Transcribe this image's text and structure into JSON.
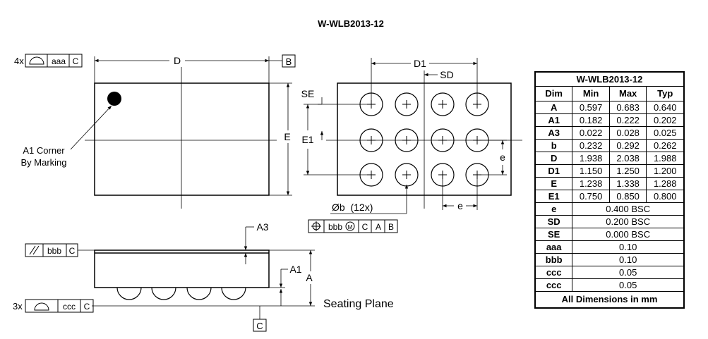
{
  "title": "W-WLB2013-12",
  "top_view": {
    "count_4x": "4x",
    "fcf_aaa": "aaa",
    "datum_C": "C",
    "dim_D": "D",
    "datum_B": "B",
    "dim_E": "E",
    "a1_corner": [
      "A1 Corner",
      "By Marking"
    ]
  },
  "bottom_view": {
    "dim_D1": "D1",
    "dim_SD": "SD",
    "dim_SE": "SE",
    "dim_E1": "E1",
    "dim_e_vertical": "e",
    "dim_e_horizontal": "e",
    "ball_callout": "Øb  (12x)",
    "fcf_bbb": [
      "bbb",
      "M",
      "C",
      "A",
      "B"
    ]
  },
  "side_view": {
    "fcf_bbb": [
      "bbb",
      "C"
    ],
    "dim_A3": "A3",
    "dim_A1": "A1",
    "dim_A": "A",
    "count_3x": "3x",
    "fcf_ccc": [
      "ccc",
      "C"
    ],
    "seating_plane": "Seating Plane",
    "datum_C": "C"
  },
  "table": {
    "caption": "W-WLB2013-12",
    "headers": [
      "Dim",
      "Min",
      "Max",
      "Typ"
    ],
    "rows": [
      {
        "dim": "A",
        "min": "0.597",
        "max": "0.683",
        "typ": "0.640"
      },
      {
        "dim": "A1",
        "min": "0.182",
        "max": "0.222",
        "typ": "0.202"
      },
      {
        "dim": "A3",
        "min": "0.022",
        "max": "0.028",
        "typ": "0.025"
      },
      {
        "dim": "b",
        "min": "0.232",
        "max": "0.292",
        "typ": "0.262"
      },
      {
        "dim": "D",
        "min": "1.938",
        "max": "2.038",
        "typ": "1.988"
      },
      {
        "dim": "D1",
        "min": "1.150",
        "max": "1.250",
        "typ": "1.200"
      },
      {
        "dim": "E",
        "min": "1.238",
        "max": "1.338",
        "typ": "1.288"
      },
      {
        "dim": "E1",
        "min": "0.750",
        "max": "0.850",
        "typ": "0.800"
      }
    ],
    "span_rows": [
      {
        "dim": "e",
        "value": "0.400 BSC"
      },
      {
        "dim": "SD",
        "value": "0.200 BSC"
      },
      {
        "dim": "SE",
        "value": "0.000 BSC"
      },
      {
        "dim": "aaa",
        "value": "0.10"
      },
      {
        "dim": "bbb",
        "value": "0.10"
      },
      {
        "dim": "ccc",
        "value": "0.05"
      },
      {
        "dim": "ccc",
        "value": "0.05"
      }
    ],
    "footer": "All Dimensions in mm"
  }
}
